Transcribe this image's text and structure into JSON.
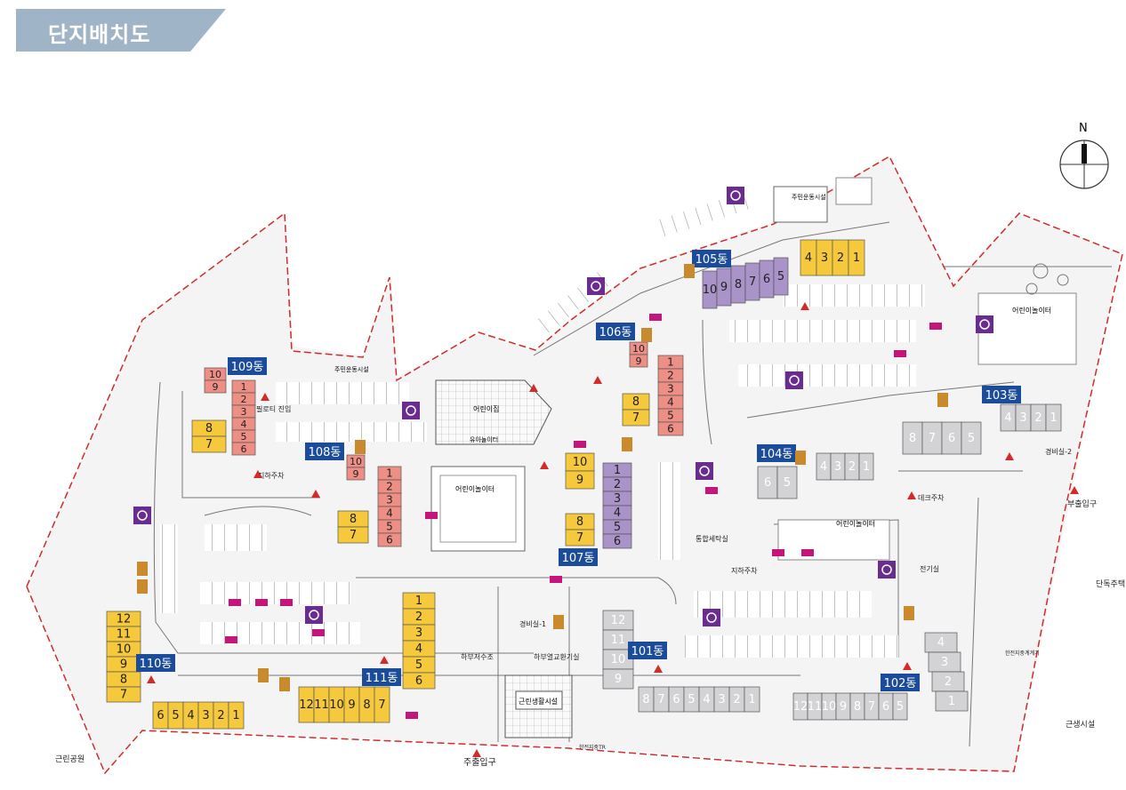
{
  "header": {
    "title": "단지배치도"
  },
  "compass": {
    "north": "N"
  },
  "colors": {
    "yellow": "#f6c93c",
    "salmon": "#ee8f86",
    "purple": "#a993c9",
    "gray": "#d3d3d6",
    "label_blue": "#1b4c9c",
    "boundary_red": "#d42a2a",
    "recycle_purple": "#6a2c8f",
    "orange": "#c98a2e",
    "magenta": "#c6157a"
  },
  "buildings": [
    {
      "name": "101동",
      "units": [
        "12",
        "11",
        "10",
        "9",
        "8",
        "7",
        "6",
        "5",
        "4",
        "3",
        "2",
        "1"
      ]
    },
    {
      "name": "102동",
      "units": [
        "12",
        "11",
        "10",
        "9",
        "8",
        "7",
        "6",
        "5",
        "4",
        "3",
        "2",
        "1"
      ]
    },
    {
      "name": "103동",
      "units": [
        "8",
        "7",
        "6",
        "5",
        "4",
        "3",
        "2",
        "1"
      ]
    },
    {
      "name": "104동",
      "units": [
        "6",
        "5",
        "4",
        "3",
        "2",
        "1"
      ]
    },
    {
      "name": "105동",
      "units": [
        "10",
        "9",
        "8",
        "7",
        "6",
        "5",
        "4",
        "3",
        "2",
        "1"
      ]
    },
    {
      "name": "106동",
      "units": [
        "10",
        "9",
        "8",
        "7",
        "1",
        "2",
        "3",
        "4",
        "5",
        "6"
      ]
    },
    {
      "name": "107동",
      "units": [
        "10",
        "9",
        "8",
        "7",
        "1",
        "2",
        "3",
        "4",
        "5",
        "6"
      ]
    },
    {
      "name": "108동",
      "units": [
        "10",
        "9",
        "8",
        "7",
        "1",
        "2",
        "3",
        "4",
        "5",
        "6"
      ]
    },
    {
      "name": "109동",
      "units": [
        "10",
        "9",
        "8",
        "7",
        "1",
        "2",
        "3",
        "4",
        "5",
        "6"
      ]
    },
    {
      "name": "110동",
      "units": [
        "12",
        "11",
        "10",
        "9",
        "8",
        "7",
        "6",
        "5",
        "4",
        "3",
        "2",
        "1"
      ]
    },
    {
      "name": "111동",
      "units": [
        "12",
        "11",
        "10",
        "9",
        "8",
        "7",
        "1",
        "2",
        "3",
        "4",
        "5",
        "6"
      ]
    }
  ],
  "facilities": {
    "main_entrance": "주출입구",
    "sub_entrance": "부출입구",
    "neighborhood_park": "근린공원",
    "detached_housing": "단독주택",
    "neighborhood_facility": "근생시설",
    "community_facility": "근린생활시설",
    "daycare": "어린이집",
    "toddler_playground": "유아놀이터",
    "playground": "어린이놀이터",
    "fitness": "주민운동시설",
    "guardhouse1": "경비실-1",
    "guardhouse2": "경비실-2",
    "underground_parking": "지하주차",
    "piloti": "필로티 진입",
    "lower_water": "하부저수조",
    "lower_heat": "하부열교환기실",
    "electric_room": "전기실",
    "deck_parking": "데크주차",
    "laundry": "통합세탁실",
    "transformer": "한전지중TR",
    "meter": "한전지중계계기"
  }
}
